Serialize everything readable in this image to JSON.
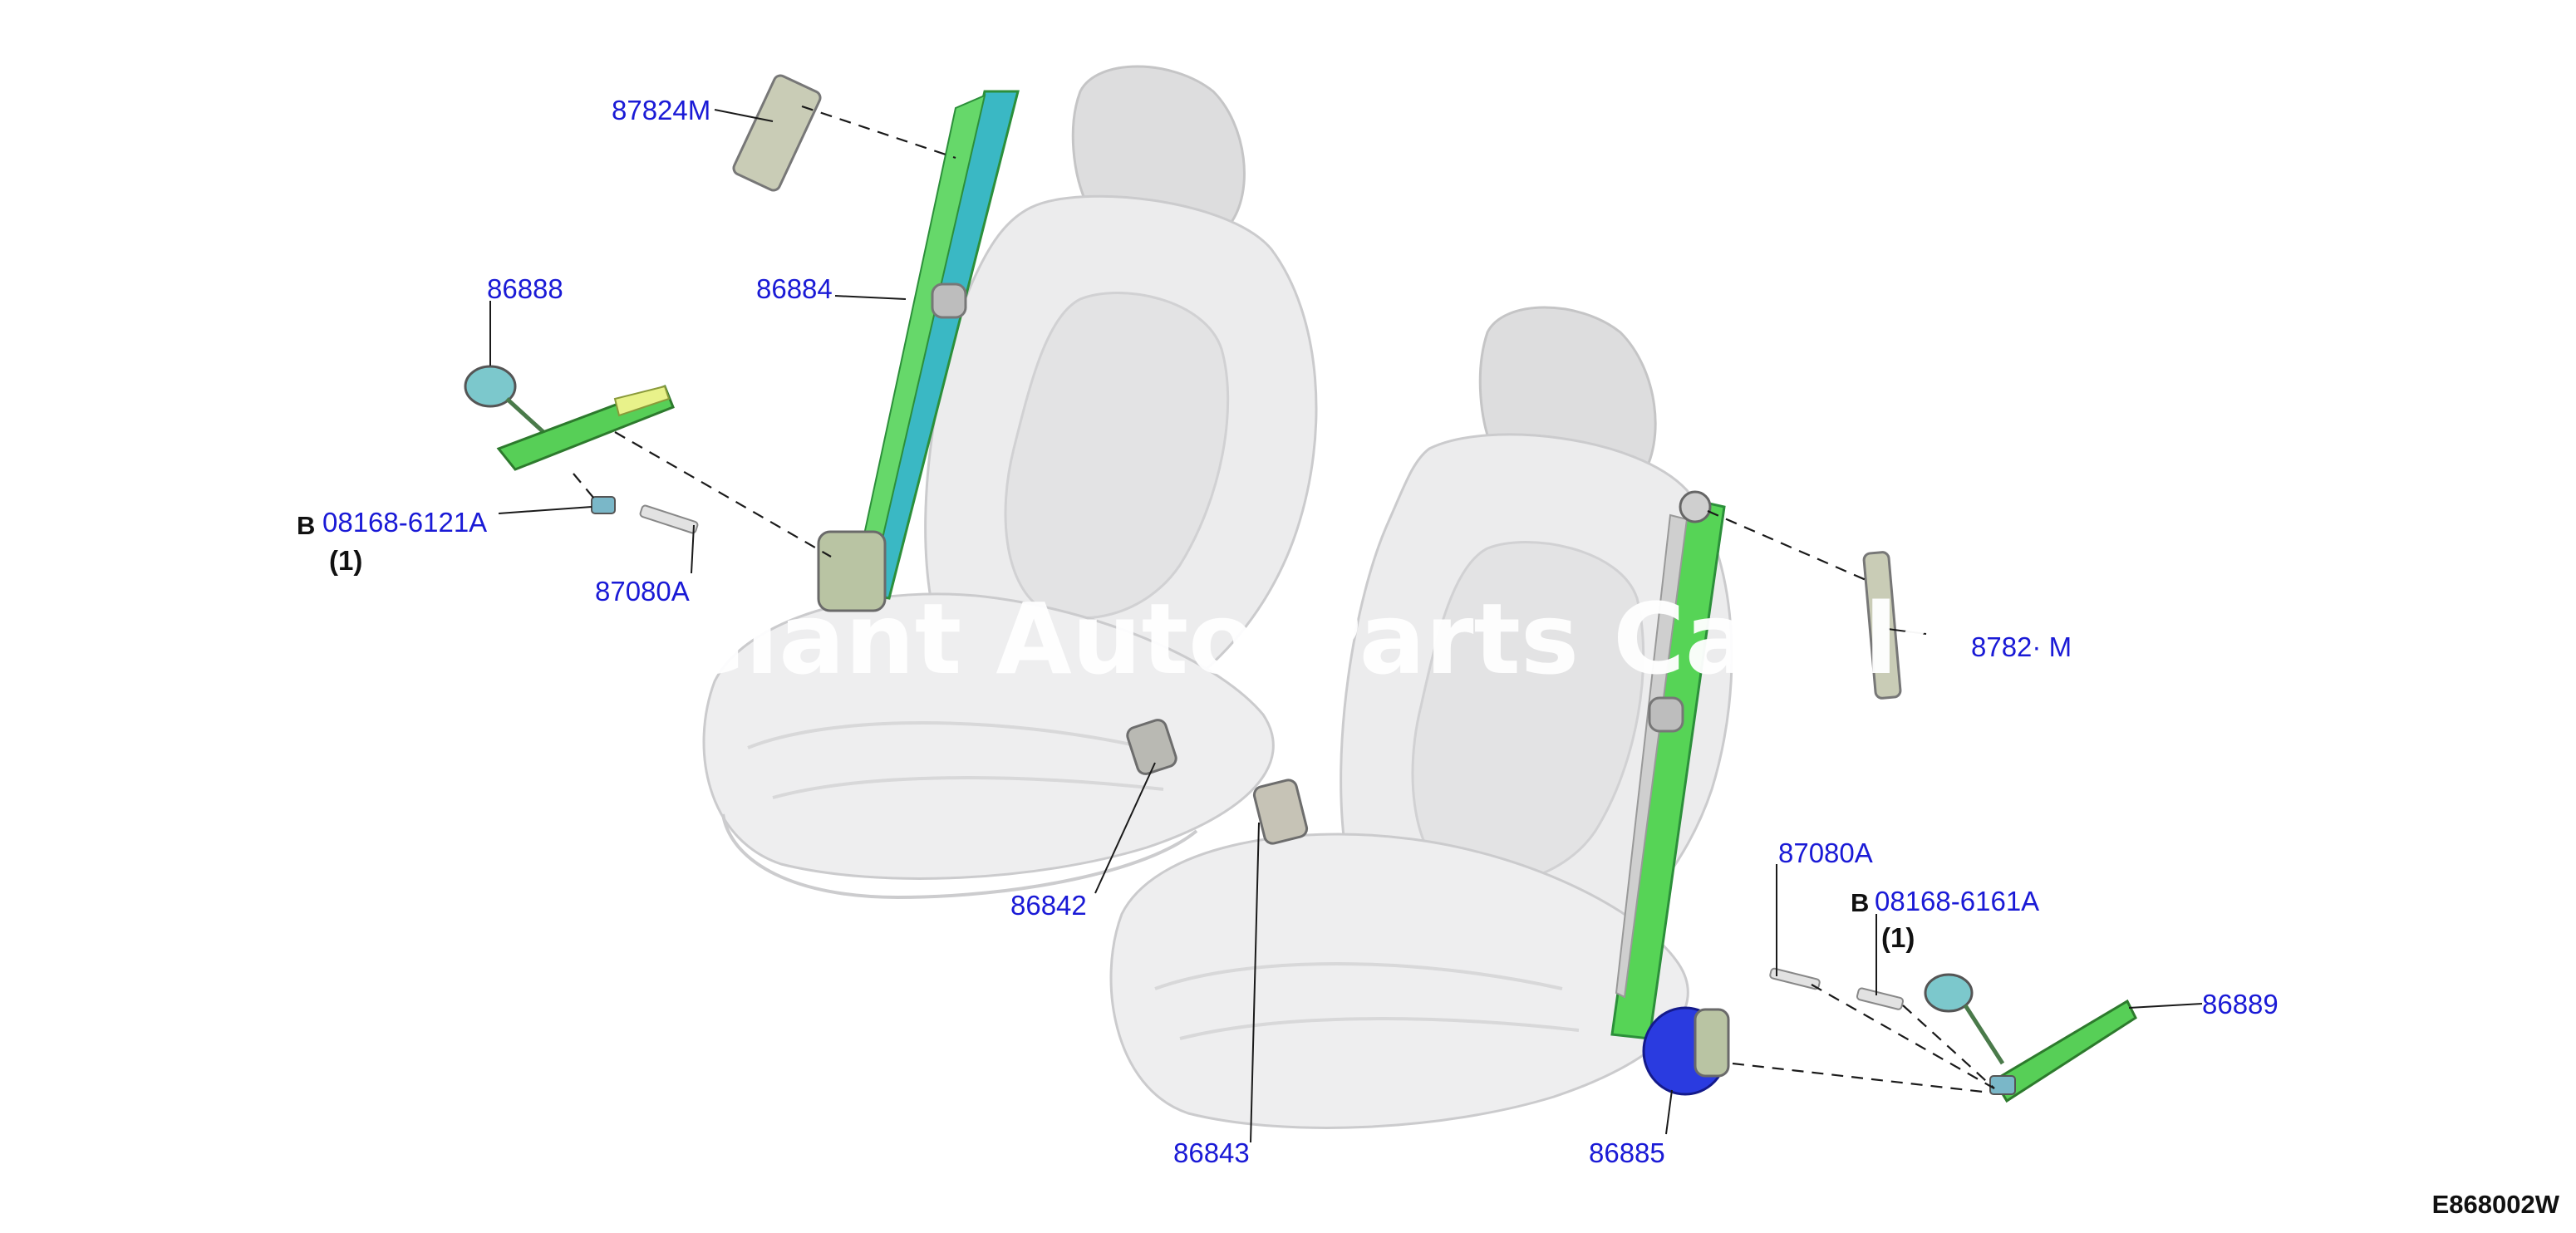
{
  "colors": {
    "callout_text": "#1a1ad6",
    "label_text": "#111111",
    "watermark": "#ffffff",
    "belt_green": "#3fcf3f",
    "belt_teal": "#3ab8c4",
    "retractor_blue": "#2a3be0",
    "seat_gray": "#e9e9ea",
    "seat_outline": "#c9c9cb"
  },
  "watermark": {
    "text": "Giant Auto Parts Catalog"
  },
  "diagram_code": "E868002W",
  "callouts": {
    "guide_upper_left": "87824M",
    "belt_front_left": "86884",
    "buckle_left": "86888",
    "bolt_left": "08168-6121A",
    "bolt_left_prefix": "B",
    "bolt_left_qty": "(1)",
    "anchor_left": "87080A",
    "cover_left": "86842",
    "cover_right": "86843",
    "guide_right": "8782· M",
    "anchor_right": "87080A",
    "bolt_right": "08168-6161A",
    "bolt_right_prefix": "B",
    "bolt_right_qty": "(1)",
    "buckle_right": "86889",
    "retractor_right": "86885"
  }
}
